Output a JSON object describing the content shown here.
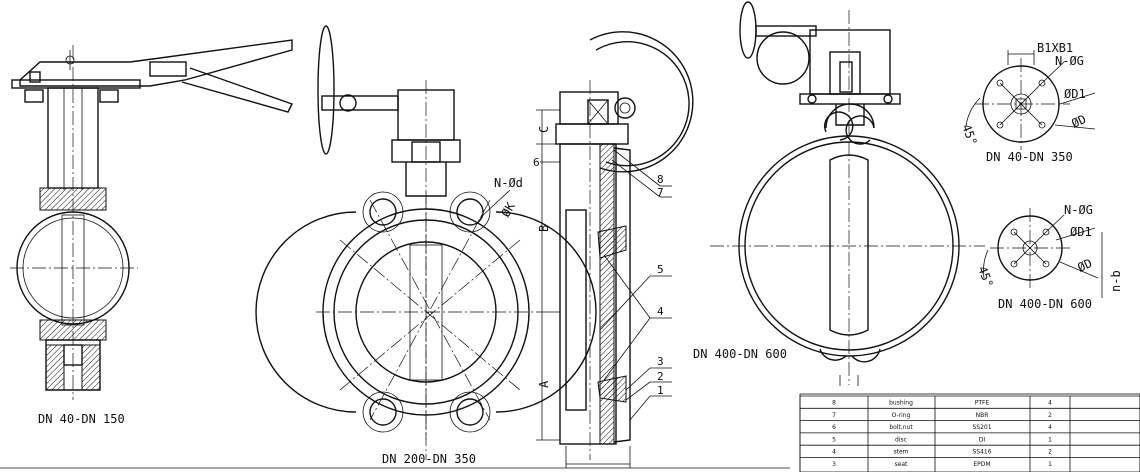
{
  "views": {
    "view1": {
      "caption": "DN 40-DN 150"
    },
    "view2": {
      "caption": "DN 200-DN 350",
      "flange_label": "N-Ød",
      "pcd_label": "ØK"
    },
    "view3": {
      "dims": {
        "b": "B",
        "c": "C",
        "a": "A"
      },
      "part_numbers": [
        "1",
        "2",
        "3",
        "4",
        "5",
        "6",
        "7",
        "8"
      ]
    },
    "view4": {
      "caption": "DN 400-DN 600"
    },
    "flange_top": {
      "caption": "DN 40-DN 350",
      "size_label": "B1XB1",
      "bolt_label": "N-ØG",
      "d1_label": "ØD1",
      "d_label": "ØD",
      "angle_label": "45°"
    },
    "flange_bottom": {
      "caption": "DN 400-DN 600",
      "bolt_label": "N-ØG",
      "d1_label": "ØD1",
      "d_label": "ØD",
      "angle_label": "45°",
      "side_label": "n-b"
    }
  },
  "parts_table": [
    {
      "no": "8",
      "name": "bushing",
      "material": "PTFE",
      "qty": "4"
    },
    {
      "no": "7",
      "name": "O-ring",
      "material": "NBR",
      "qty": "2"
    },
    {
      "no": "6",
      "name": "bolt,nut",
      "material": "SS201",
      "qty": "4"
    },
    {
      "no": "5",
      "name": "disc",
      "material": "DI",
      "qty": "1"
    },
    {
      "no": "4",
      "name": "stem",
      "material": "SS416",
      "qty": "2"
    },
    {
      "no": "3",
      "name": "seat",
      "material": "EPDM",
      "qty": "1"
    }
  ]
}
